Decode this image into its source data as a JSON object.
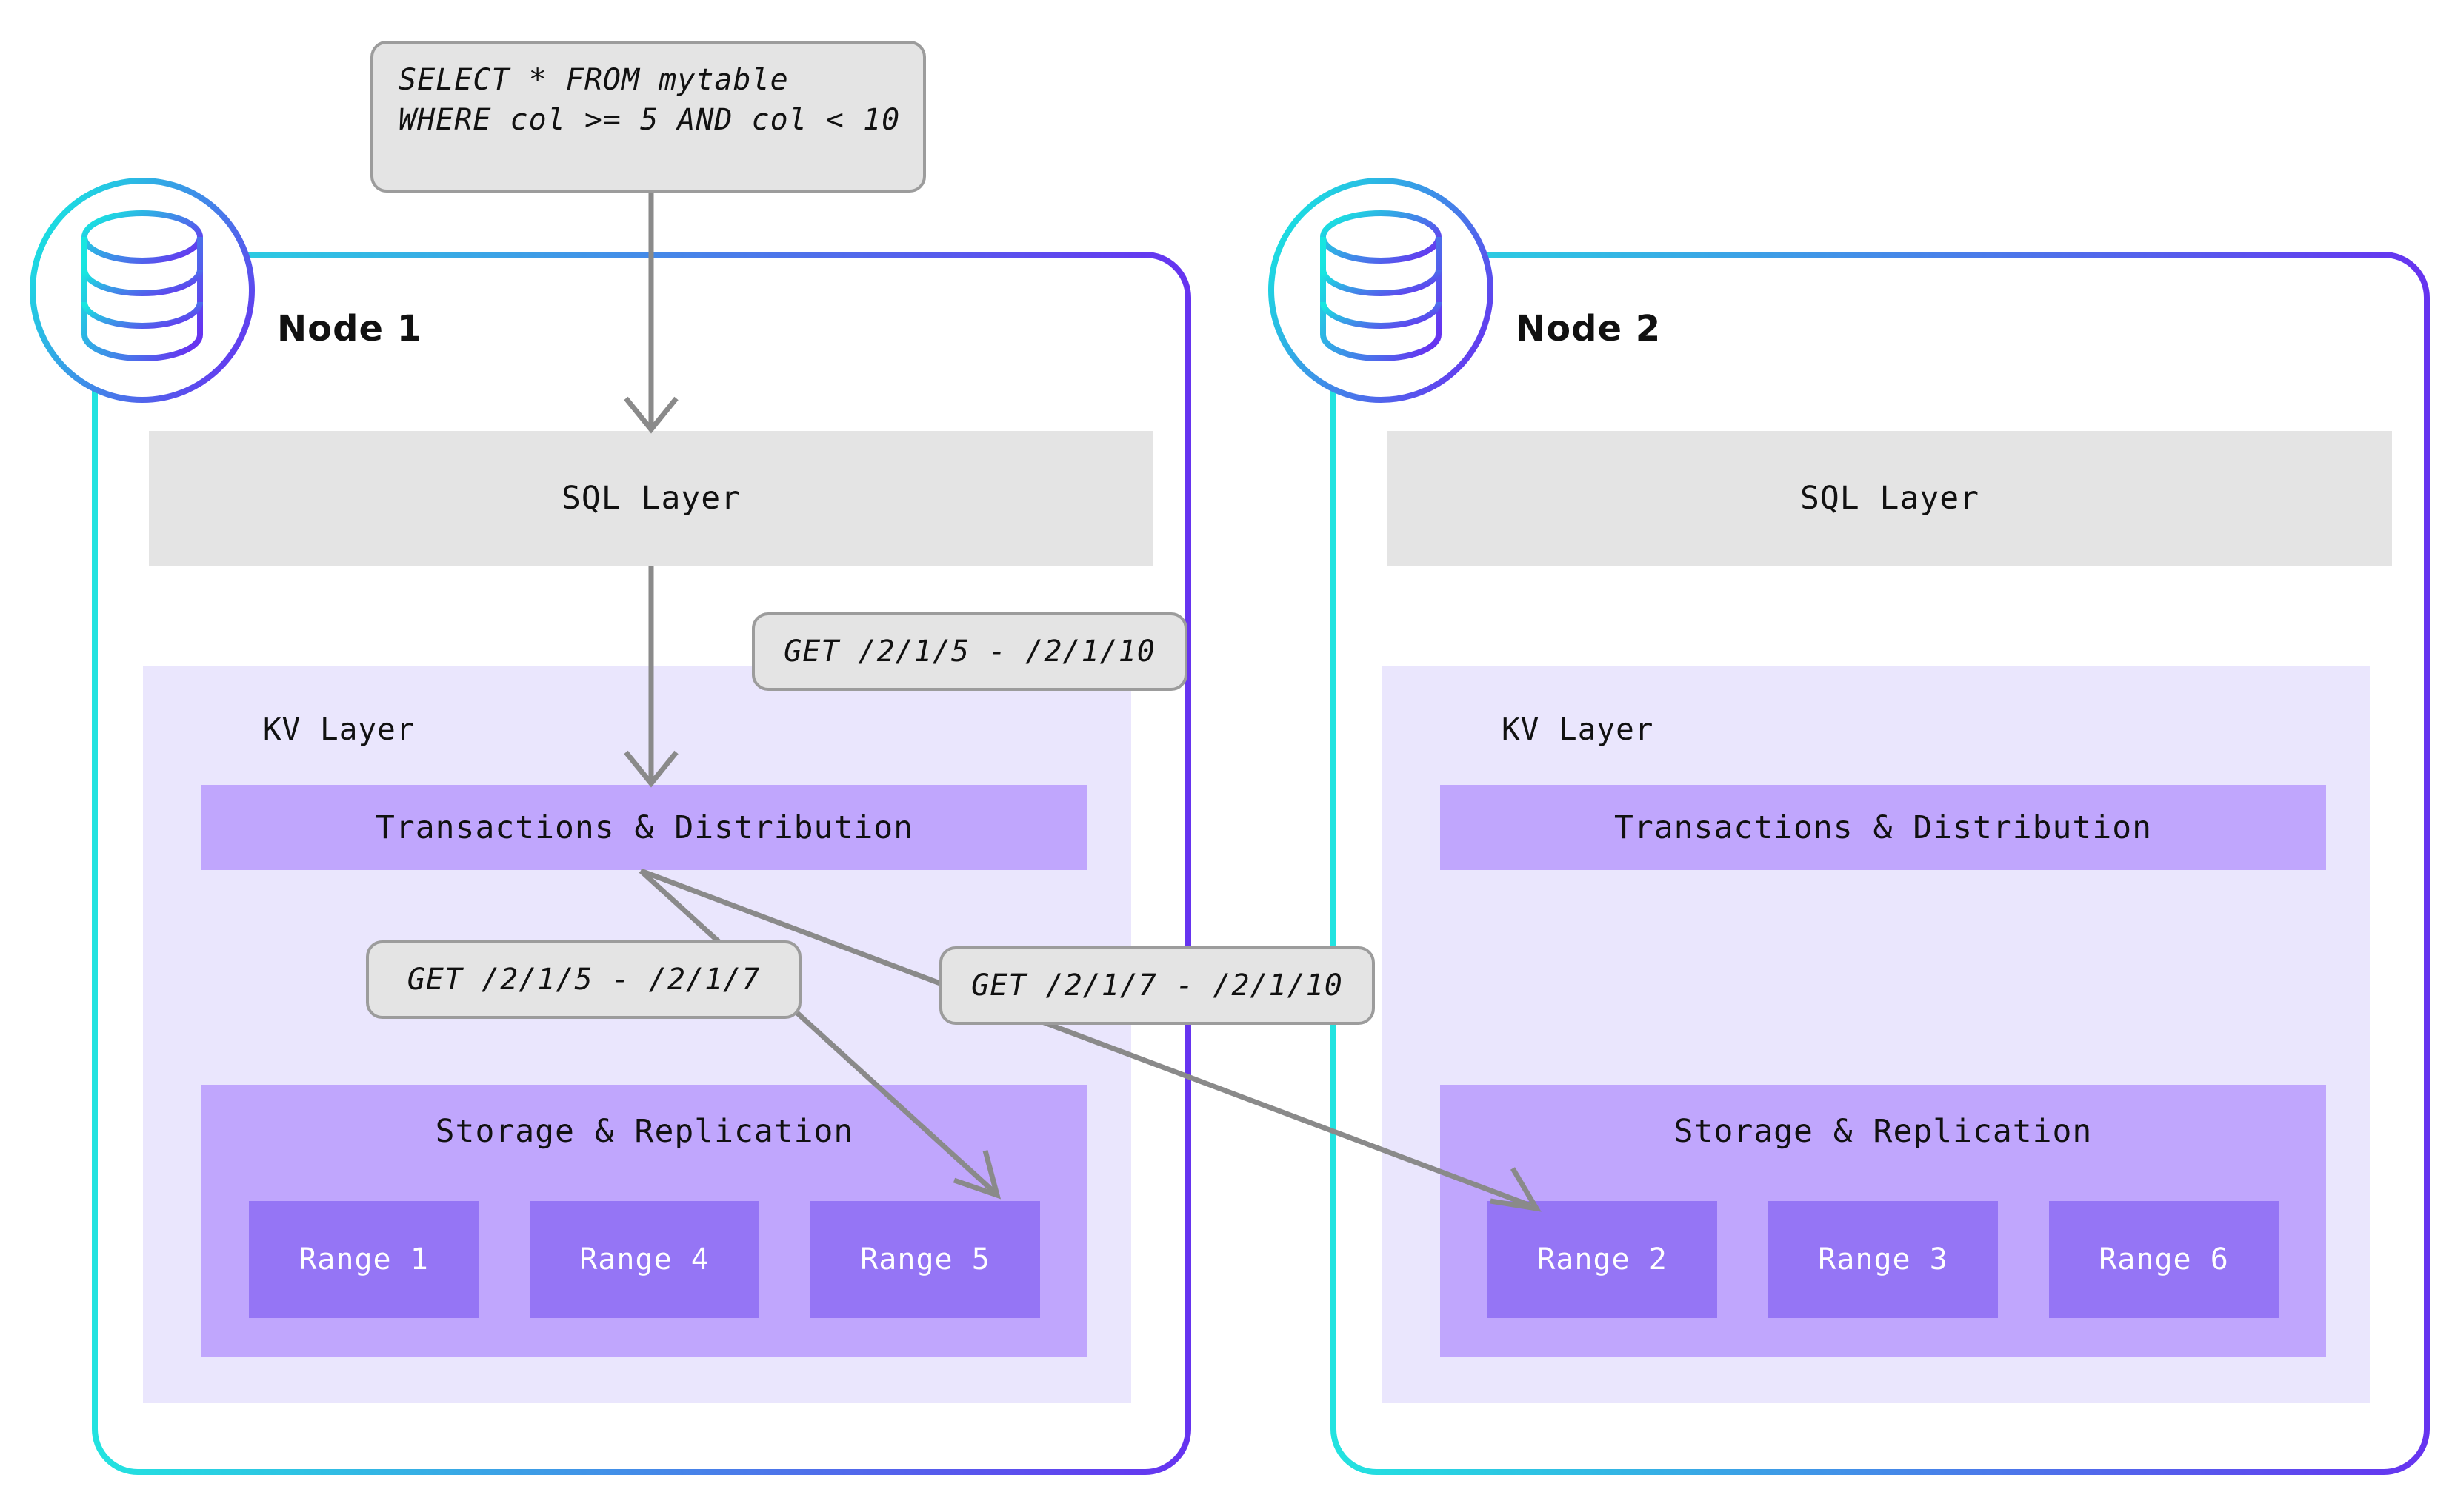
{
  "query": {
    "line1": "SELECT * FROM mytable",
    "line2": "WHERE col >= 5 AND col < 10"
  },
  "labels": {
    "sql_layer": "SQL Layer",
    "kv_layer": "KV Layer",
    "transactions": "Transactions & Distribution",
    "storage": "Storage & Replication"
  },
  "colors": {
    "node_border_start": "#22e3e0",
    "node_border_end": "#6633f0",
    "sql_layer_bg": "#e4e4e4",
    "kv_panel_bg": "#eae6fd",
    "txn_bg": "#c0a6fd",
    "storage_bg": "#c0a6fd",
    "range_bg": "#9575f5",
    "range_text": "#ffffff",
    "arrow": "#8a8a8a",
    "callout_bg": "#e4e4e4",
    "callout_border": "#9c9c9c"
  },
  "nodes": [
    {
      "title": "Node 1",
      "icon": "database-icon",
      "sql_layer": "SQL Layer",
      "kv_layer": "KV Layer",
      "transactions": "Transactions & Distribution",
      "storage": "Storage & Replication",
      "ranges": [
        "Range 1",
        "Range 4",
        "Range 5"
      ]
    },
    {
      "title": "Node 2",
      "icon": "database-icon",
      "sql_layer": "SQL Layer",
      "kv_layer": "KV Layer",
      "transactions": "Transactions & Distribution",
      "storage": "Storage & Replication",
      "ranges": [
        "Range 2",
        "Range 3",
        "Range 6"
      ]
    }
  ],
  "callouts": [
    {
      "id": "get-full-range",
      "text": "GET /2/1/5 - /2/1/10"
    },
    {
      "id": "get-local-range",
      "text": "GET /2/1/5 - /2/1/7"
    },
    {
      "id": "get-remote-range",
      "text": "GET /2/1/7 - /2/1/10"
    }
  ]
}
